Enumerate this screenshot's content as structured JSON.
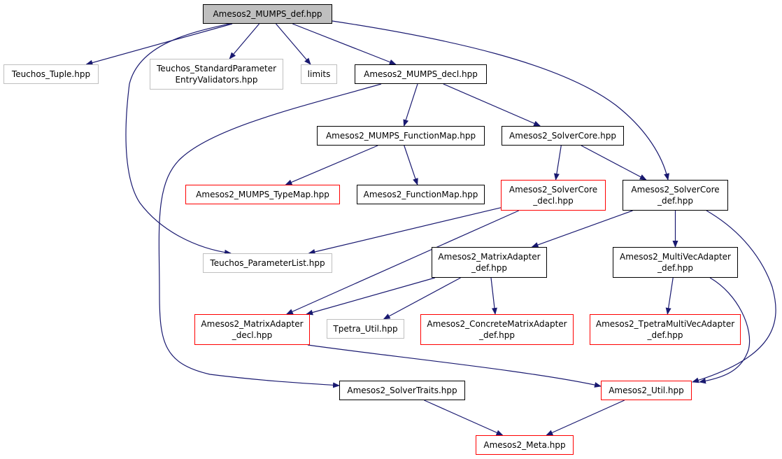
{
  "colors": {
    "edge": "#191970",
    "documented_border": "#000000",
    "truncated_border": "#ff0000",
    "external_border": "#bfbfbf",
    "root_fill": "#bfbfbf"
  },
  "nodes": {
    "mumps_def": {
      "lines": [
        "Amesos2_MUMPS_def.hpp"
      ],
      "kind": "root"
    },
    "tuple": {
      "lines": [
        "Teuchos_Tuple.hpp"
      ],
      "kind": "external"
    },
    "std_param": {
      "lines": [
        "Teuchos_StandardParameter",
        "EntryValidators.hpp"
      ],
      "kind": "external"
    },
    "limits": {
      "lines": [
        "limits"
      ],
      "kind": "external"
    },
    "mumps_decl": {
      "lines": [
        "Amesos2_MUMPS_decl.hpp"
      ],
      "kind": "documented"
    },
    "mumps_funcmap": {
      "lines": [
        "Amesos2_MUMPS_FunctionMap.hpp"
      ],
      "kind": "documented"
    },
    "solvercore": {
      "lines": [
        "Amesos2_SolverCore.hpp"
      ],
      "kind": "documented"
    },
    "mumps_typemap": {
      "lines": [
        "Amesos2_MUMPS_TypeMap.hpp"
      ],
      "kind": "truncated"
    },
    "funcmap": {
      "lines": [
        "Amesos2_FunctionMap.hpp"
      ],
      "kind": "documented"
    },
    "solvercore_decl": {
      "lines": [
        "Amesos2_SolverCore",
        "_decl.hpp"
      ],
      "kind": "truncated"
    },
    "solvercore_def": {
      "lines": [
        "Amesos2_SolverCore",
        "_def.hpp"
      ],
      "kind": "documented"
    },
    "paramlist": {
      "lines": [
        "Teuchos_ParameterList.hpp"
      ],
      "kind": "external"
    },
    "matrixadapter_def": {
      "lines": [
        "Amesos2_MatrixAdapter",
        "_def.hpp"
      ],
      "kind": "documented"
    },
    "multivecadapter_def": {
      "lines": [
        "Amesos2_MultiVecAdapter",
        "_def.hpp"
      ],
      "kind": "documented"
    },
    "matrixadapter_decl": {
      "lines": [
        "Amesos2_MatrixAdapter",
        "_decl.hpp"
      ],
      "kind": "truncated"
    },
    "tpetra_util": {
      "lines": [
        "Tpetra_Util.hpp"
      ],
      "kind": "external"
    },
    "concrete_matrixadapter": {
      "lines": [
        "Amesos2_ConcreteMatrixAdapter",
        "_def.hpp"
      ],
      "kind": "truncated"
    },
    "tpetra_multivecadapter": {
      "lines": [
        "Amesos2_TpetraMultiVecAdapter",
        "_def.hpp"
      ],
      "kind": "truncated"
    },
    "solvertraits": {
      "lines": [
        "Amesos2_SolverTraits.hpp"
      ],
      "kind": "documented"
    },
    "util": {
      "lines": [
        "Amesos2_Util.hpp"
      ],
      "kind": "truncated"
    },
    "meta": {
      "lines": [
        "Amesos2_Meta.hpp"
      ],
      "kind": "truncated"
    }
  },
  "edges": [
    [
      "mumps_def",
      "tuple"
    ],
    [
      "mumps_def",
      "std_param"
    ],
    [
      "mumps_def",
      "limits"
    ],
    [
      "mumps_def",
      "mumps_decl"
    ],
    [
      "mumps_def",
      "paramlist"
    ],
    [
      "mumps_def",
      "solvercore_def"
    ],
    [
      "mumps_decl",
      "mumps_funcmap"
    ],
    [
      "mumps_decl",
      "solvercore"
    ],
    [
      "mumps_decl",
      "solvertraits"
    ],
    [
      "mumps_funcmap",
      "mumps_typemap"
    ],
    [
      "mumps_funcmap",
      "funcmap"
    ],
    [
      "solvercore",
      "solvercore_decl"
    ],
    [
      "solvercore",
      "solvercore_def"
    ],
    [
      "solvercore_decl",
      "paramlist"
    ],
    [
      "solvercore_decl",
      "matrixadapter_decl"
    ],
    [
      "solvercore_def",
      "matrixadapter_def"
    ],
    [
      "solvercore_def",
      "multivecadapter_def"
    ],
    [
      "solvercore_def",
      "util"
    ],
    [
      "matrixadapter_def",
      "matrixadapter_decl"
    ],
    [
      "matrixadapter_def",
      "tpetra_util"
    ],
    [
      "matrixadapter_def",
      "concrete_matrixadapter"
    ],
    [
      "multivecadapter_def",
      "tpetra_multivecadapter"
    ],
    [
      "multivecadapter_def",
      "util"
    ],
    [
      "matrixadapter_decl",
      "util"
    ],
    [
      "solvertraits",
      "meta"
    ],
    [
      "util",
      "meta"
    ]
  ]
}
